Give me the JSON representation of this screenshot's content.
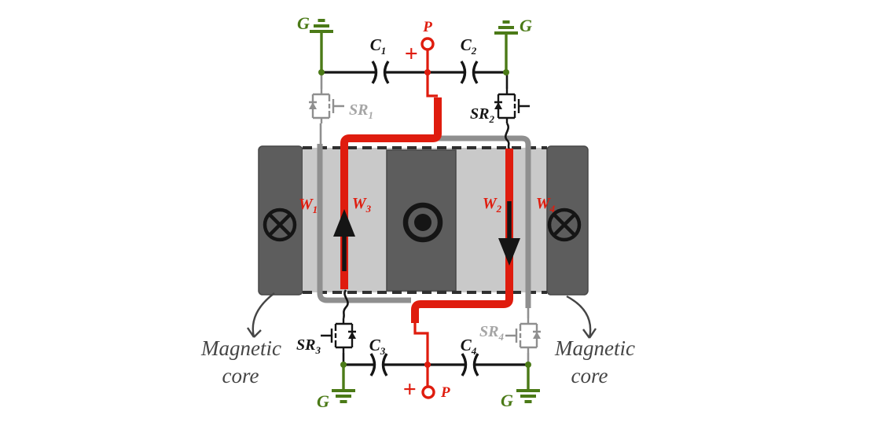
{
  "colors": {
    "accent_red": "#df1c0e",
    "ground_green": "#4b7a17",
    "inactive_gray": "#8f8f8f",
    "inactive_label": "#a5a5a5",
    "wire_black": "#151515",
    "core_dark": "#5d5d5d",
    "core_edge": "#474747",
    "core_light": "#c9c9c9",
    "dash_gray": "#303030",
    "annotation_gray": "#454545"
  },
  "components": {
    "capacitors": [
      {
        "base": "C",
        "sub": "1"
      },
      {
        "base": "C",
        "sub": "2"
      },
      {
        "base": "C",
        "sub": "3"
      },
      {
        "base": "C",
        "sub": "4"
      }
    ],
    "rectifiers": [
      {
        "base": "SR",
        "sub": "1"
      },
      {
        "base": "SR",
        "sub": "2"
      },
      {
        "base": "SR",
        "sub": "3"
      },
      {
        "base": "SR",
        "sub": "4"
      }
    ],
    "windings": [
      {
        "base": "W",
        "sub": "1"
      },
      {
        "base": "W",
        "sub": "2"
      },
      {
        "base": "W",
        "sub": "3"
      },
      {
        "base": "W",
        "sub": "4"
      }
    ]
  },
  "terminals": {
    "p_label": "P",
    "plus": "+",
    "ground_label": "G"
  },
  "annotations": {
    "magnetic_core_line1": "Magnetic",
    "magnetic_core_line2": "core"
  }
}
